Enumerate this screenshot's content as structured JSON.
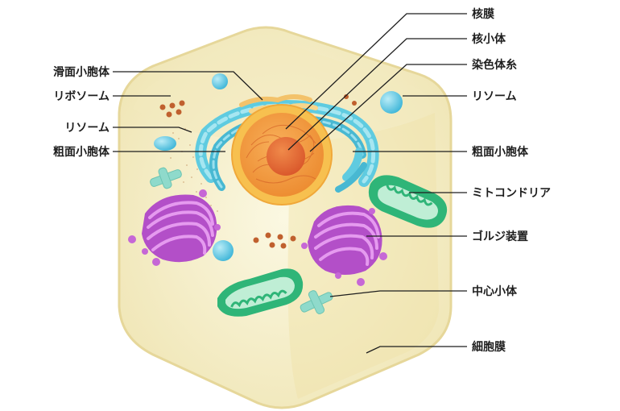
{
  "labels": {
    "smooth_er": "滑面小胞体",
    "ribosome": "リボソーム",
    "lysosome_left": "リソーム",
    "rough_er_left": "粗面小胞体",
    "nuclear_envelope": "核膜",
    "nucleolus": "核小体",
    "chromatin": "染色体糸",
    "lysosome_right": "リソーム",
    "rough_er_right": "粗面小胞体",
    "mitochondria": "ミトコンドリア",
    "golgi": "ゴルジ装置",
    "centrosome": "中心小体",
    "cell_membrane": "細胞膜"
  },
  "colors": {
    "cytoplasm": "#f6f0c8",
    "membrane": "#ece2ad",
    "nucleus_envelope": "#f7b545",
    "nucleus": "#f2963a",
    "nucleolus": "#e4662c",
    "er": "#5fcbe0",
    "golgi": "#c667d6",
    "mitochondria": "#2fb578",
    "lysosome": "#5bc9e6",
    "ribosome": "#c0602e",
    "centriole": "#8fdacb"
  }
}
